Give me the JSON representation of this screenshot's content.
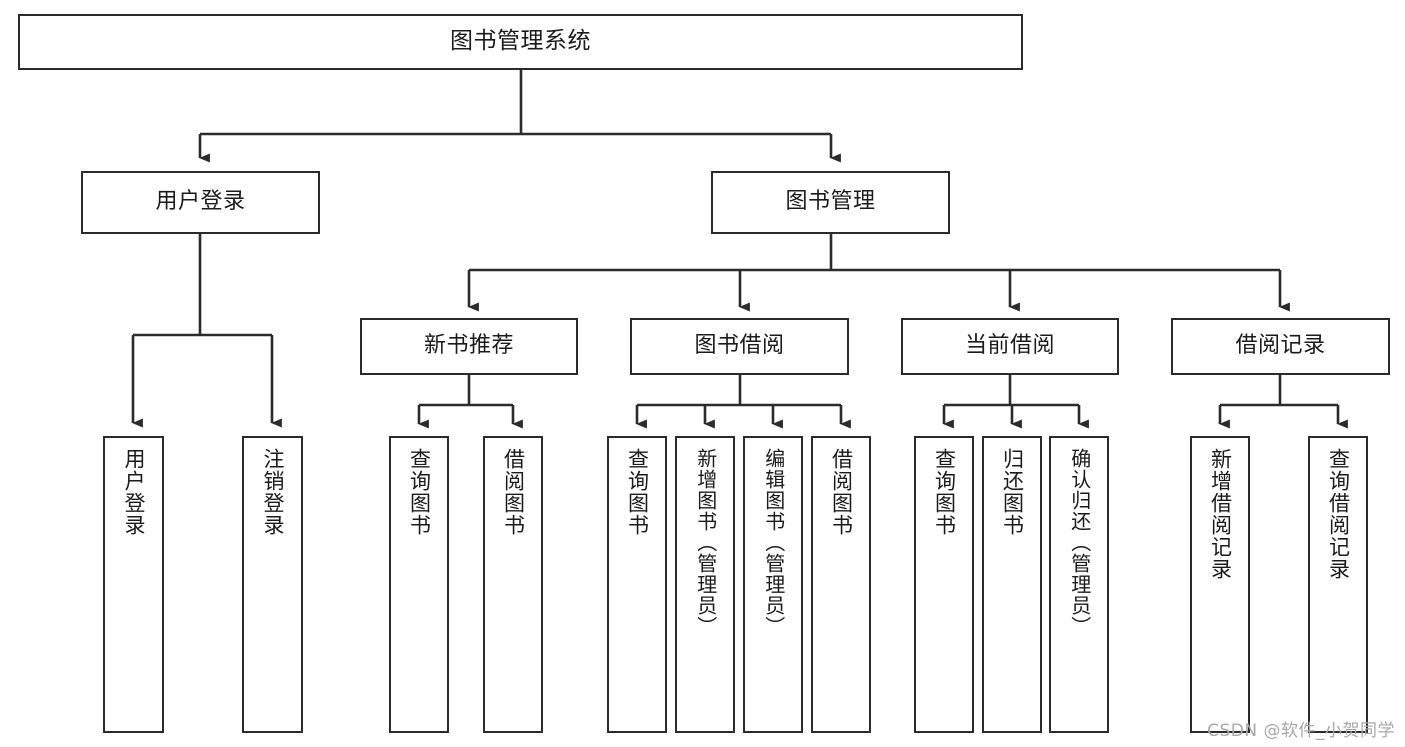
{
  "diagram": {
    "title": "图书管理系统",
    "type": "tree",
    "orientation": "top-down",
    "colors": {
      "box_border": "#2b2b2b",
      "box_fill": "#ffffff",
      "edge": "#2b2b2b",
      "text": "#1b1b1b",
      "watermark": "#a8a8a8",
      "background": "#ffffff"
    },
    "root": {
      "label": "图书管理系统"
    },
    "level2": [
      {
        "label": "用户登录"
      },
      {
        "label": "图书管理"
      }
    ],
    "level3": [
      {
        "label": "新书推荐"
      },
      {
        "label": "图书借阅"
      },
      {
        "label": "当前借阅"
      },
      {
        "label": "借阅记录"
      }
    ],
    "leaves": {
      "user_login": [
        {
          "label": "用户登录"
        },
        {
          "label": "注销登录"
        }
      ],
      "new_book_recommend": [
        {
          "label": "查询图书"
        },
        {
          "label": "借阅图书"
        }
      ],
      "book_borrow": [
        {
          "label": "查询图书"
        },
        {
          "label": "新增图书（管理员）"
        },
        {
          "label": "编辑图书（管理员）"
        },
        {
          "label": "借阅图书"
        }
      ],
      "current_borrow": [
        {
          "label": "查询图书"
        },
        {
          "label": "归还图书"
        },
        {
          "label": "确认归还（管理员）"
        }
      ],
      "borrow_record": [
        {
          "label": "新增借阅记录"
        },
        {
          "label": "查询借阅记录"
        }
      ]
    }
  },
  "watermark": {
    "text": "CSDN @软件_小贺同学"
  }
}
